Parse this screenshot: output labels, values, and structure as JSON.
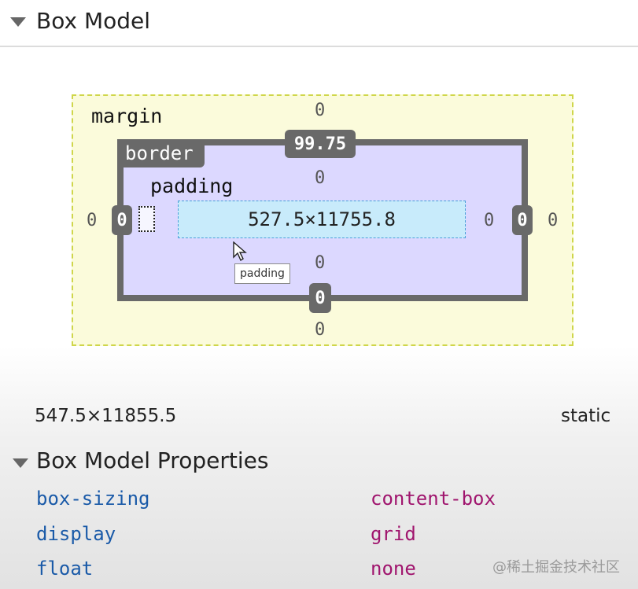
{
  "header": {
    "title": "Box Model"
  },
  "box_model": {
    "margin_label": "margin",
    "border_label": "border",
    "padding_label": "padding",
    "margin": {
      "top": "0",
      "right": "0",
      "bottom": "0",
      "left": "0"
    },
    "border": {
      "top": "99.75",
      "right": "0",
      "bottom": "0",
      "left": "0"
    },
    "padding": {
      "top": "0",
      "right": "0",
      "bottom": "0",
      "left": ""
    },
    "content_size": "527.5×11755.8",
    "tooltip": "padding"
  },
  "summary": {
    "size": "547.5×11855.5",
    "position": "static"
  },
  "properties_section": {
    "title": "Box Model Properties",
    "items": [
      {
        "name": "box-sizing",
        "value": "content-box"
      },
      {
        "name": "display",
        "value": "grid"
      },
      {
        "name": "float",
        "value": "none"
      }
    ]
  },
  "watermark": "@稀土掘金技术社区",
  "colors": {
    "margin_bg": "#fbfbdb",
    "border_color": "#696969",
    "padding_bg": "#dcd8ff",
    "content_bg": "#c8ebfb",
    "prop_name": "#1a5aa8",
    "prop_value": "#a0156e"
  }
}
